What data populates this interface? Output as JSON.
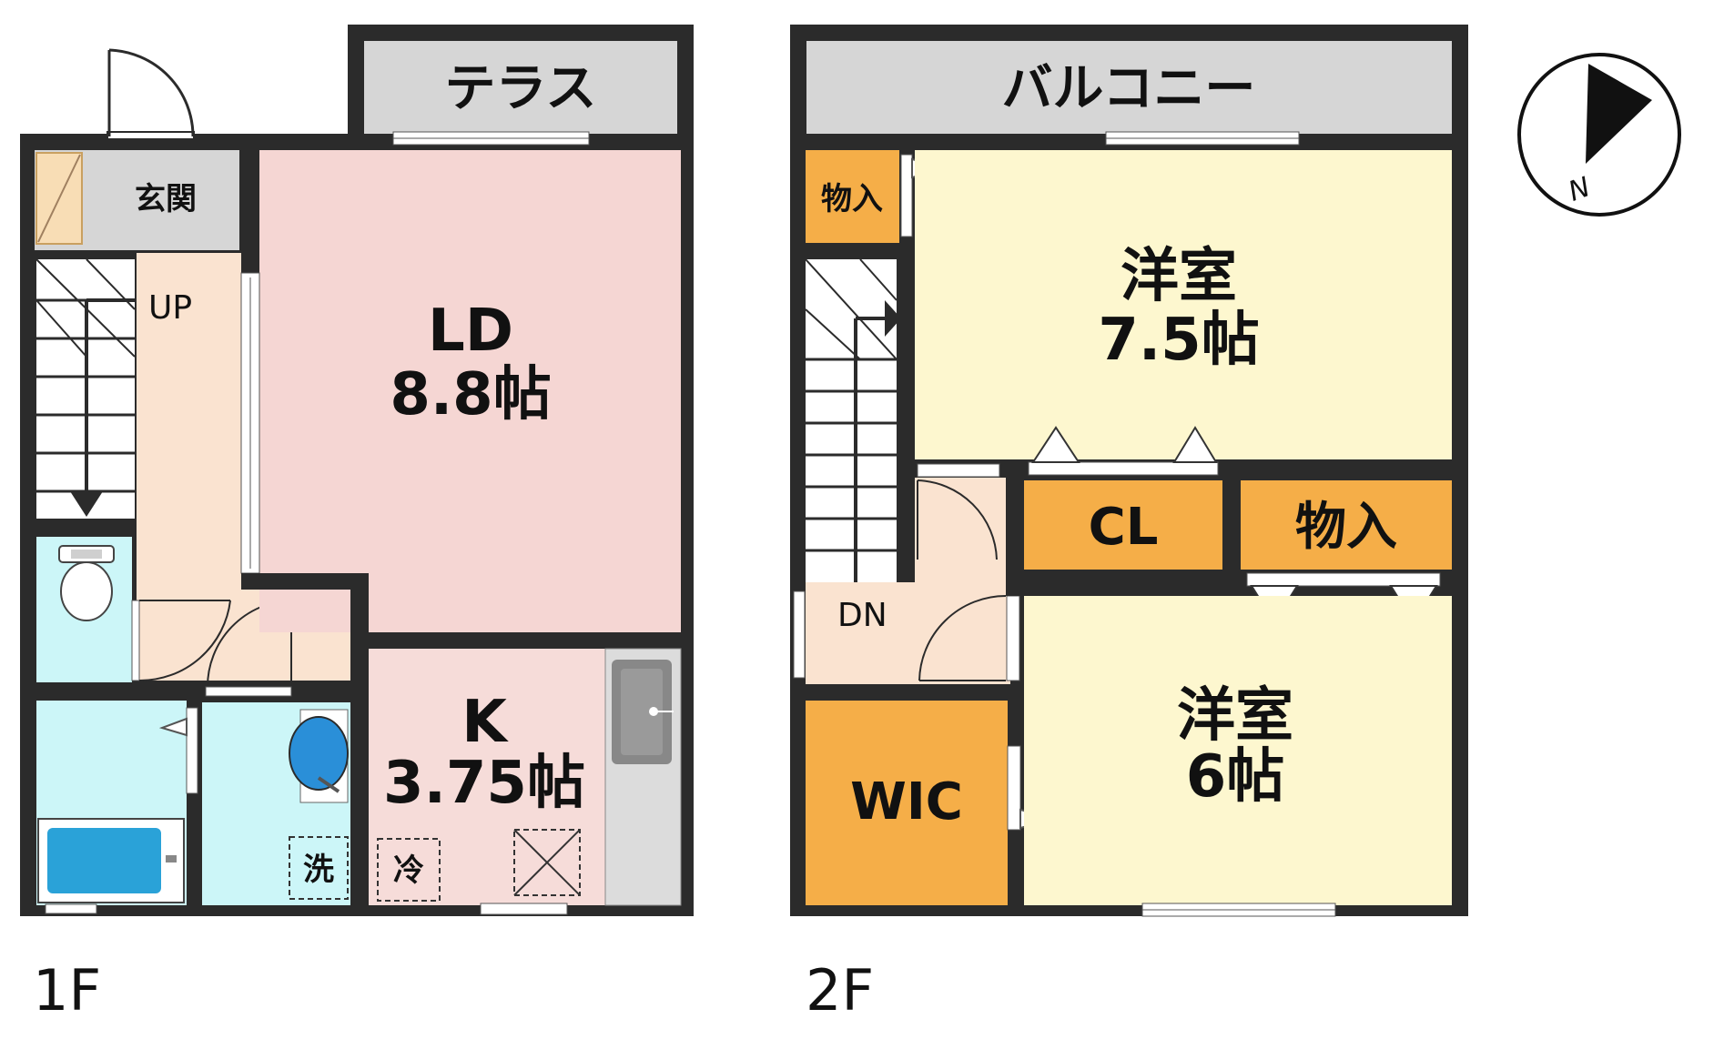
{
  "floor1": {
    "label": "1F",
    "terrace": "テラス",
    "entrance": "玄関",
    "up": "UP",
    "ld_name": "LD",
    "ld_size": "8.8帖",
    "k_name": "K",
    "k_size": "3.75帖",
    "washer": "洗",
    "fridge": "冷"
  },
  "floor2": {
    "label": "2F",
    "balcony": "バルコニー",
    "storage_top": "物入",
    "dn": "DN",
    "room1_name": "洋室",
    "room1_size": "7.5帖",
    "closet": "CL",
    "storage_mid": "物入",
    "wic": "WIC",
    "room2_name": "洋室",
    "room2_size": "6帖"
  },
  "compass": {
    "label": "N"
  },
  "colors": {
    "wall": "#2b2b2b",
    "ld": "#f5d6d3",
    "kitchen": "#f6dcd9",
    "hall": "#fae3d0",
    "wet": "#ccf6f8",
    "genkan": "#d6d6d6",
    "outdoor": "#d6d6d6",
    "room": "#fdf7cf",
    "storage": "#f5ae48"
  }
}
